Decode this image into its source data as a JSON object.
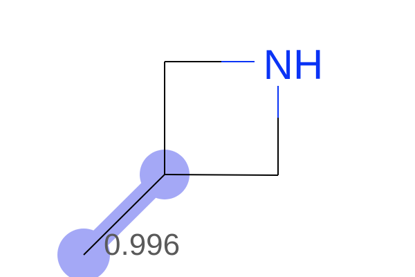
{
  "molecule": {
    "atoms": [
      {
        "id": "N1",
        "label": "NH",
        "color": "#0a33f5"
      },
      {
        "id": "C2"
      },
      {
        "id": "C3"
      },
      {
        "id": "C4"
      },
      {
        "id": "C5"
      }
    ],
    "bonds": [
      {
        "from": "C2",
        "to": "N1"
      },
      {
        "from": "N1",
        "to": "C4"
      },
      {
        "from": "C4",
        "to": "C3"
      },
      {
        "from": "C3",
        "to": "C2"
      },
      {
        "from": "C3",
        "to": "C5",
        "highlighted": true
      }
    ]
  },
  "highlight": {
    "color": "#a4a8f6",
    "score": "0.996"
  },
  "colors": {
    "bond": "#000000",
    "nitrogen": "#0a33f5",
    "score_text": "#5a5a5a"
  }
}
